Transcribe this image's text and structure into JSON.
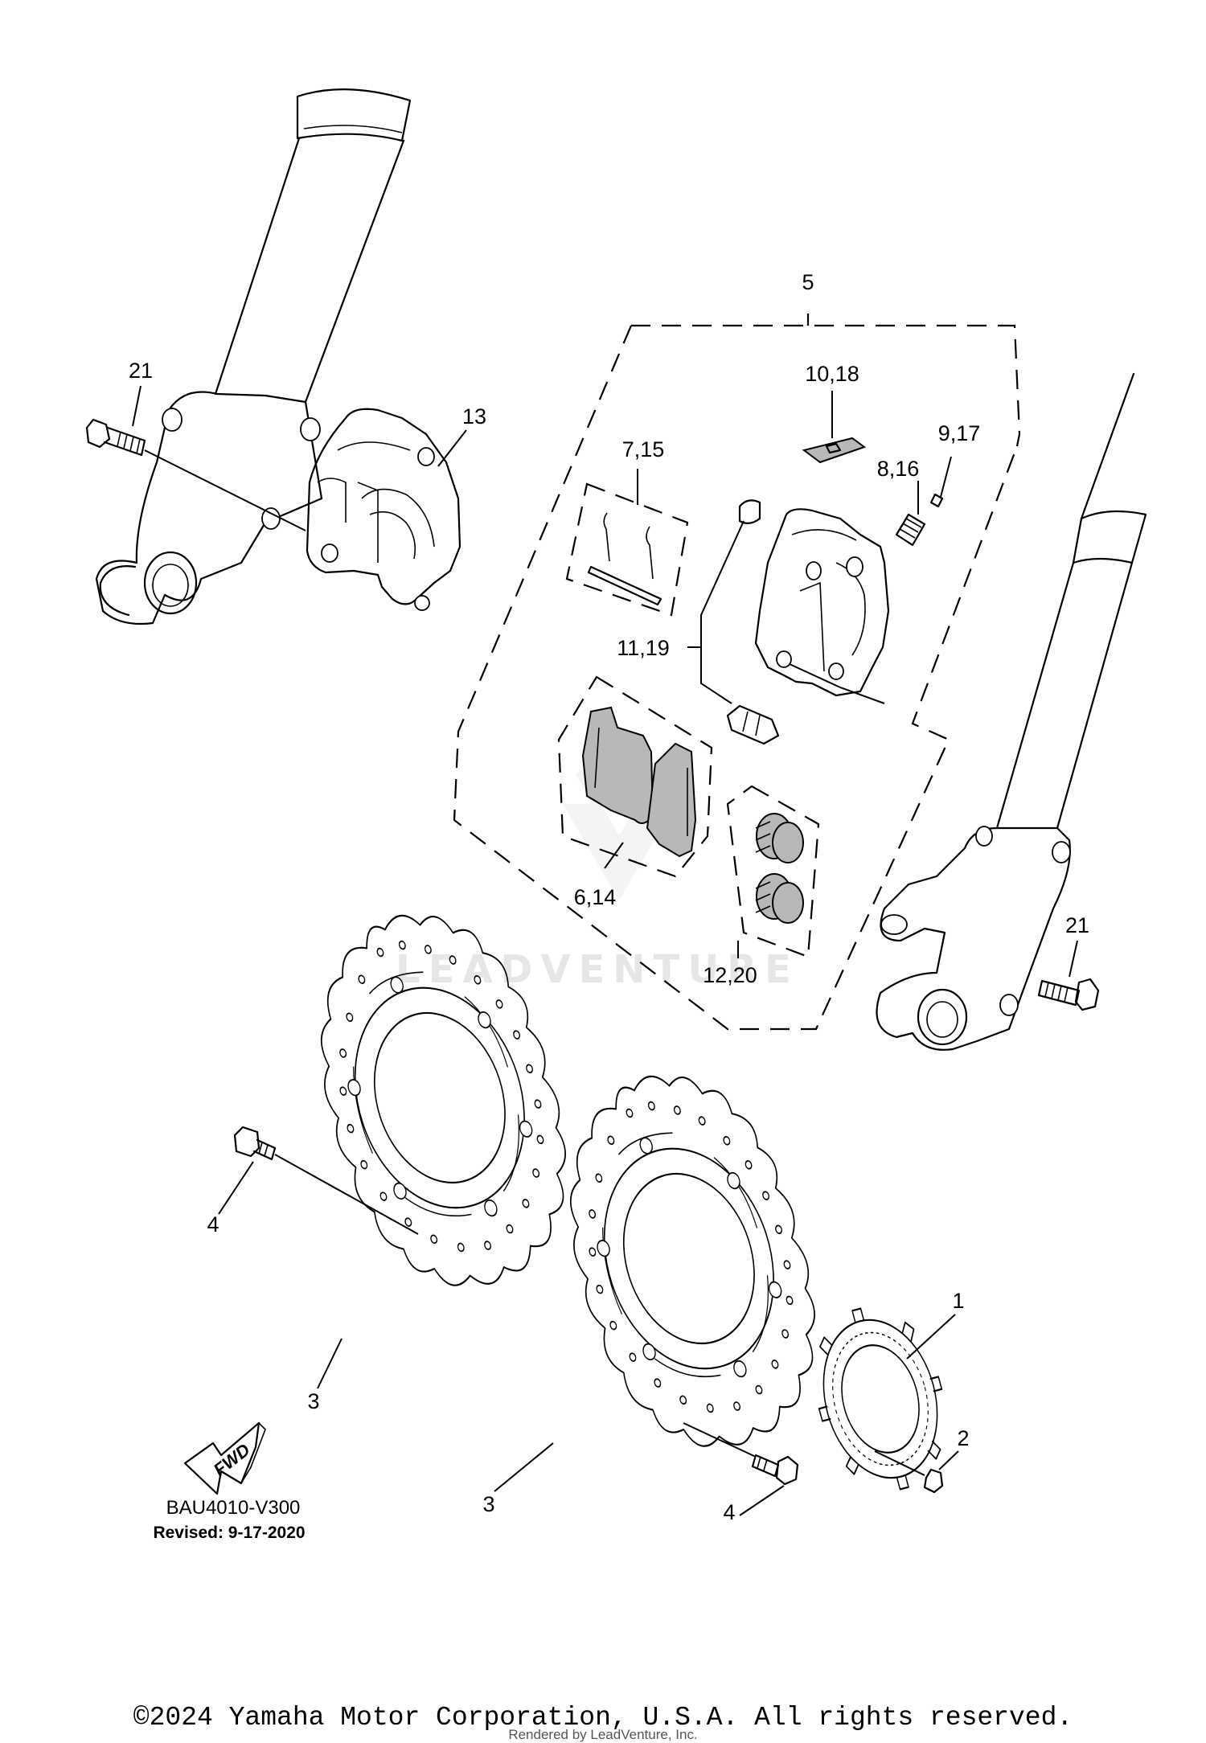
{
  "diagram": {
    "watermark": "LEADVENTURE",
    "fwd_label": "FWD",
    "code": "BAU4010-V300",
    "revised": "Revised: 9-17-2020",
    "part_labels": {
      "p1": "1",
      "p2": "2",
      "p3a": "3",
      "p3b": "3",
      "p4a": "4",
      "p4b": "4",
      "p5": "5",
      "p6_14": "6,14",
      "p7_15": "7,15",
      "p8_16": "8,16",
      "p9_17": "9,17",
      "p10_18": "10,18",
      "p11_19": "11,19",
      "p12_20": "12,20",
      "p13": "13",
      "p21a": "21",
      "p21b": "21"
    }
  },
  "footer": {
    "copyright": "©2024 Yamaha Motor Corporation, U.S.A. All rights reserved.",
    "rendered_by": "Rendered by LeadVenture, Inc."
  }
}
